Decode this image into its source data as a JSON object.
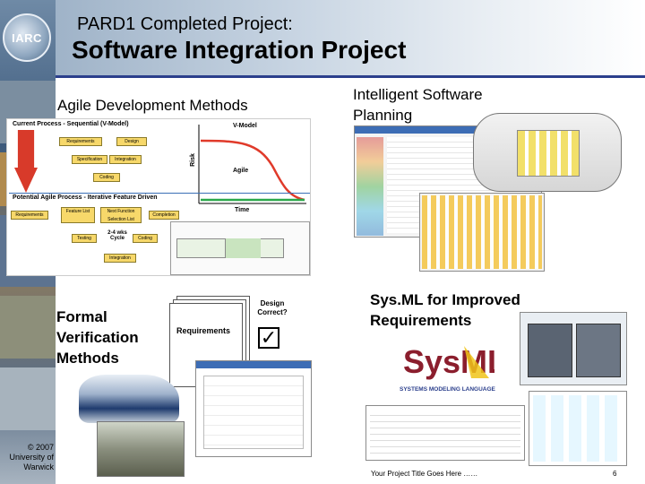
{
  "logo": {
    "text": "IARC"
  },
  "header": {
    "line1": "PARD1 Completed Project:",
    "line2": "Software Integration Project"
  },
  "sections": {
    "agile": "Agile Development Methods",
    "intelligent": "Intelligent Software Planning",
    "formal": "Formal Verification Methods",
    "sysml": "Sys.ML for Improved Requirements"
  },
  "agile_diagram": {
    "current": "Current Process - Sequential (V-Model)",
    "vmodel": "V-Model",
    "risk_axis": "Risk",
    "agile_label": "Agile",
    "time_axis": "Time",
    "potential": "Potential Agile Process - Iterative Feature Driven",
    "cycle": "2-4 wks Cycle",
    "boxes_top": [
      "Requirements",
      "Design",
      "Specification",
      "Integration",
      "Coding"
    ],
    "boxes_bottom": [
      "Requirements",
      "Feature List",
      "Next Function Selection List",
      "Completion",
      "Testing",
      "Coding",
      "Integration"
    ]
  },
  "formal": {
    "requirements": "Requirements",
    "design_correct": "Design Correct?",
    "check": "✓"
  },
  "sysml": {
    "logo_text": "SysML",
    "subtitle": "SYSTEMS MODELING LANGUAGE"
  },
  "footer": {
    "copyright": "© 2007 University of Warwick",
    "project_title": "Your Project Title Goes Here ……",
    "page": "6"
  }
}
